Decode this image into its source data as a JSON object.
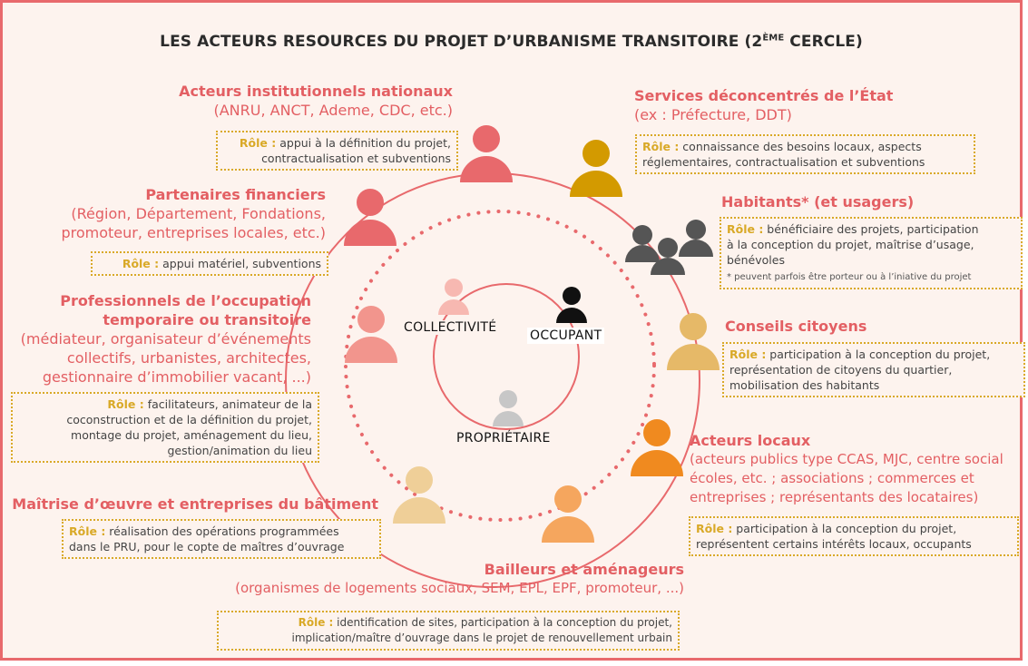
{
  "title": "LES ACTEURS RESOURCES DU PROJET D’URBANISME TRANSITOIRE (2",
  "title_sup": "ÈME",
  "title_end": " CERCLE)",
  "center": {
    "collectivite": "COLLECTIVITÉ",
    "occupant": "OCCUPANT",
    "proprietaire": "PROPRIÉTAIRE"
  },
  "role_label": "Rôle :",
  "actors": {
    "institutionnels": {
      "title": "Acteurs institutionnels nationaux",
      "desc": "(ANRU, ANCT, Ademe, CDC, etc.)",
      "role_line1": " appui à la définition du projet,",
      "role_line2": "contractualisation et subventions"
    },
    "services_etat": {
      "title": "Services déconcentrés de l’État",
      "desc": "(ex : Préfecture, DDT)",
      "role_line1": " connaissance des besoins locaux, aspects",
      "role_line2": "réglementaires, contractualisation et subventions"
    },
    "financiers": {
      "title": "Partenaires financiers",
      "desc_line1": "(Région, Département, Fondations,",
      "desc_line2": "promoteur, entreprises locales, etc.)",
      "role": " appui matériel, subventions"
    },
    "habitants": {
      "title": "Habitants* (et usagers)",
      "role_line1": " bénéficiaire des projets, participation",
      "role_line2": "à la conception du projet, maîtrise d’usage,",
      "role_line3": "bénévoles",
      "note": "* peuvent parfois être porteur ou à l’iniative du projet"
    },
    "professionnels": {
      "title_line1": "Professionnels de l’occupation",
      "title_line2": "temporaire ou transitoire",
      "desc_line1": "(médiateur, organisateur d’événements",
      "desc_line2": "collectifs, urbanistes, architectes,",
      "desc_line3": "gestionnaire d’immobilier vacant, ...)",
      "role_line1": " facilitateurs, animateur de la",
      "role_line2": "coconstruction et de la définition du projet,",
      "role_line3": "montage du projet, aménagement du lieu,",
      "role_line4": "gestion/animation du lieu"
    },
    "conseils": {
      "title": "Conseils citoyens",
      "role_line1": " participation à la conception du projet,",
      "role_line2": "représentation de citoyens du quartier,",
      "role_line3": "mobilisation des habitants"
    },
    "locaux": {
      "title": "Acteurs locaux",
      "desc_line1": "(acteurs publics type CCAS, MJC, centre social",
      "desc_line2": "écoles, etc. ; associations ; commerces et",
      "desc_line3": "entreprises ; représentants des locataires)",
      "role_line1": " participation à la conception du projet,",
      "role_line2": "représentent certains intérêts locaux, occupants"
    },
    "maitrise": {
      "title": "Maîtrise d’œuvre et entreprises du bâtiment",
      "role_line1": " réalisation des opérations programmées",
      "role_line2": "dans le PRU, pour le copte de maîtres d’ouvrage"
    },
    "bailleurs": {
      "title": "Bailleurs et aménageurs",
      "desc": "(organismes de logements sociaux, SEM, EPL, EPF, promoteur, ...)",
      "role_line1": " identification de sites, participation à la conception du projet,",
      "role_line2": "implication/maître d’ouvrage dans le projet de renouvellement urbain"
    }
  },
  "colors": {
    "frame": "#e8696c",
    "accent_red": "#e35f63",
    "gold": "#d9a927",
    "mustard": "#d39a00",
    "dark": "#555555",
    "orange": "#f08a1f",
    "light_orange": "#f5a65e",
    "beige": "#efcf98",
    "sand": "#e6b968",
    "pink": "#f2958d",
    "light_pink": "#f7b8b1",
    "grey": "#c7c7c7"
  },
  "icons": [
    "person-icon",
    "group-icon"
  ]
}
